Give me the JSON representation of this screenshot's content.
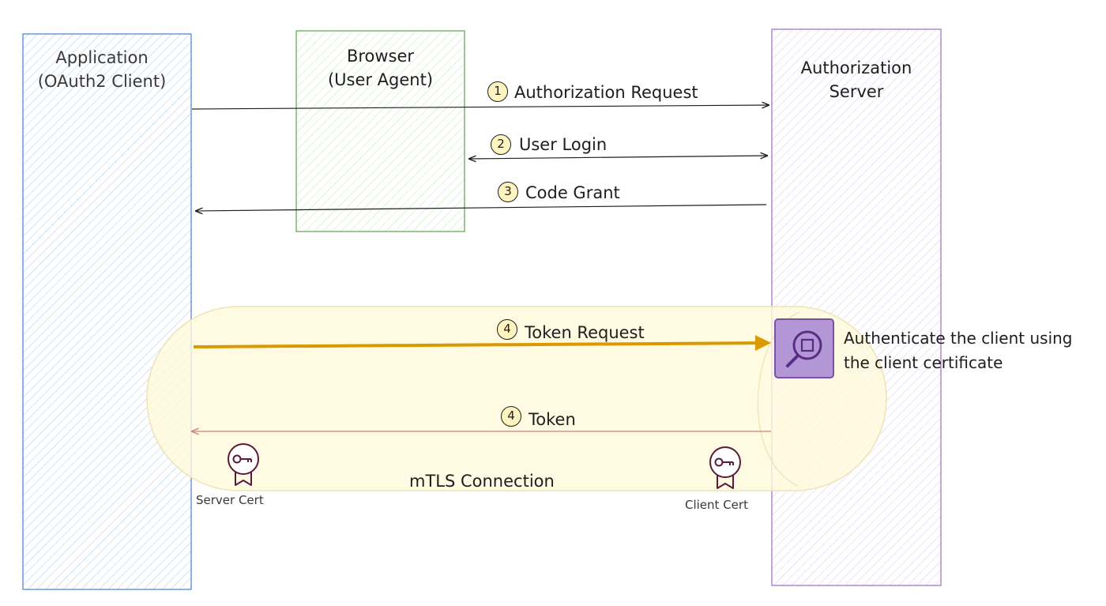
{
  "colors": {
    "application_stroke": "#4a7fd6",
    "browser_stroke": "#5aa34b",
    "authz_stroke": "#9b6cc1",
    "mtls_fill": "#fff9db",
    "mtls_stroke": "#efe3b5",
    "token_request_arrow": "#d99a00",
    "token_arrow": "#c9857e",
    "badge_fill": "#fff3bf",
    "icon_fill": "#b296d6",
    "icon_stroke": "#7d4fa8",
    "cert_icon": "#5a1a3a"
  },
  "lanes": {
    "application": {
      "title": "Application\n(OAuth2 Client)"
    },
    "browser": {
      "title": "Browser\n(User Agent)"
    },
    "authz": {
      "title": "Authorization\nServer"
    }
  },
  "steps": [
    {
      "num": "1",
      "label": "Authorization Request",
      "direction": "to-authz"
    },
    {
      "num": "2",
      "label": "User Login",
      "direction": "both"
    },
    {
      "num": "3",
      "label": "Code Grant",
      "direction": "to-application"
    },
    {
      "num": "4",
      "label": "Token Request",
      "direction": "to-authz"
    },
    {
      "num": "4",
      "label": "Token",
      "direction": "to-application"
    }
  ],
  "mtls": {
    "label": "mTLS Connection"
  },
  "certs": {
    "server": {
      "label": "Server Cert",
      "icon": "certificate-key-icon"
    },
    "client": {
      "label": "Client Cert",
      "icon": "certificate-key-icon"
    }
  },
  "authenticate_note": {
    "icon": "inspect-magnifier-icon",
    "text": "Authenticate the client using\nthe client certificate"
  }
}
